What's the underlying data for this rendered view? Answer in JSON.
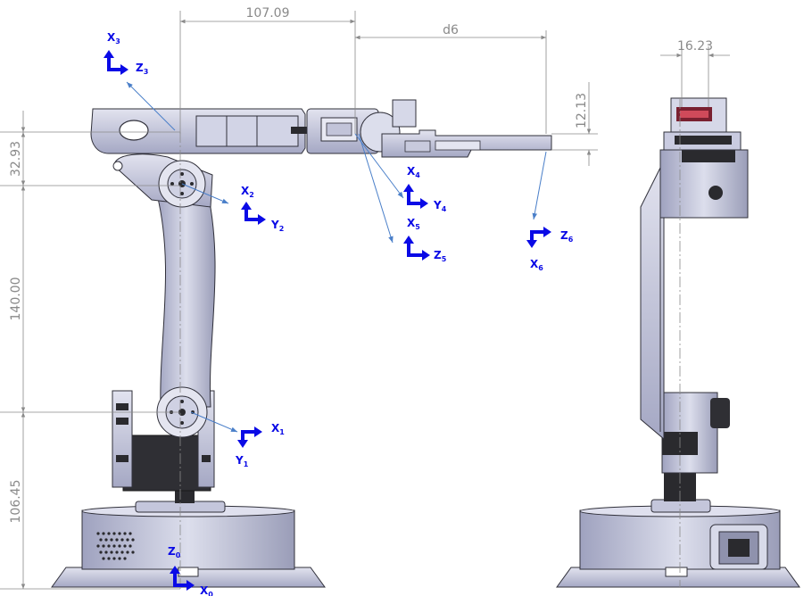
{
  "colors": {
    "frame": "#0a0ae6",
    "dimension": "#8a8a8a",
    "leader": "#4a7fc9",
    "part_body": "#c9cbe0",
    "part_light": "#e6e7f2",
    "part_dark": "#2a2a2e",
    "outline": "#30303a"
  },
  "dimensions": {
    "top_1": "107.09",
    "top_2": "d6",
    "side_1": "32.93",
    "side_2": "140.00",
    "side_3": "106.45",
    "small_right": "12.13",
    "side_view_top": "16.23"
  },
  "frames": [
    {
      "name": "frame-0",
      "a": "Z",
      "a_sub": "0",
      "b": "X",
      "b_sub": "0"
    },
    {
      "name": "frame-1",
      "a": "X",
      "a_sub": "1",
      "b": "Y",
      "b_sub": "1"
    },
    {
      "name": "frame-2",
      "a": "X",
      "a_sub": "2",
      "b": "Y",
      "b_sub": "2"
    },
    {
      "name": "frame-3",
      "a": "X",
      "a_sub": "3",
      "b": "Z",
      "b_sub": "3"
    },
    {
      "name": "frame-4",
      "a": "X",
      "a_sub": "4",
      "b": "Y",
      "b_sub": "4"
    },
    {
      "name": "frame-5",
      "a": "X",
      "a_sub": "5",
      "b": "Z",
      "b_sub": "5"
    },
    {
      "name": "frame-6",
      "a": "Z",
      "a_sub": "6",
      "b": "X",
      "b_sub": "6"
    }
  ]
}
